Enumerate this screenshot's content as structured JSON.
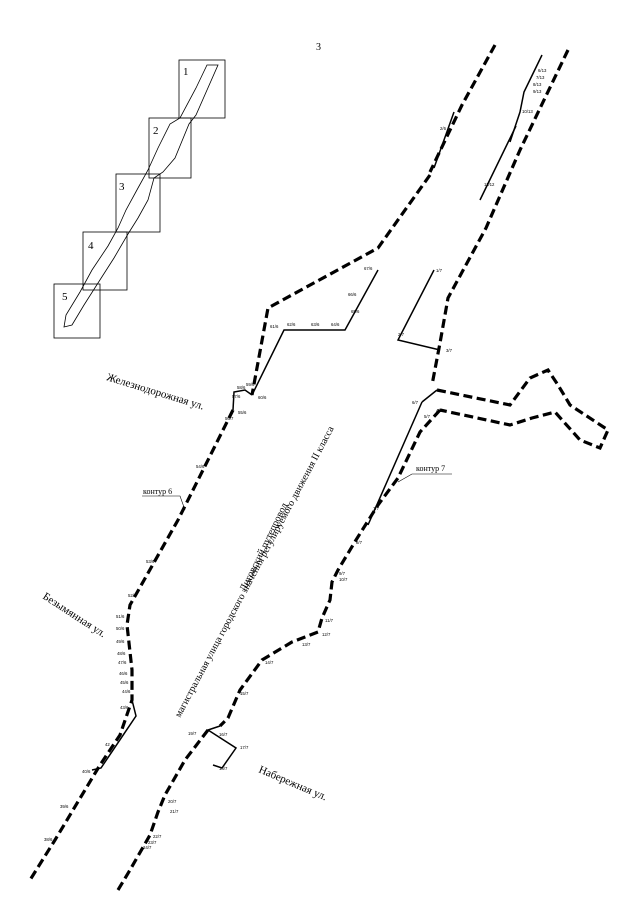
{
  "page_number": "3",
  "streets": {
    "zheleznodorozhnaya": "Железнодорожная ул.",
    "bezymyannaya": "Безымянная ул.",
    "naberezhnaya": "Набережная ул."
  },
  "road": {
    "overpass": "Лиговский путепровод",
    "description": "магистральная улица городского значения регулируемого движения II класса"
  },
  "contours": {
    "c6": "контур 6",
    "c7": "контур 7"
  },
  "index_map": {
    "sections": [
      "1",
      "2",
      "3",
      "4",
      "5"
    ]
  },
  "points": {
    "p58_6": "58/6",
    "p59_6": "59/6",
    "p60_6": "60/6",
    "p61_6": "61/6",
    "p62_6": "62/6",
    "p63_6": "63/6",
    "p64_6": "64/6",
    "p65_6": "65/6",
    "p66_6": "66/6",
    "p67_6": "67/6",
    "p57_6": "57/6",
    "p56_7": "56/7",
    "p55_6": "55/6",
    "p54_6": "54/6",
    "p53_6": "53/6",
    "p52_6": "52/6",
    "p51_6": "51/6",
    "p50_6": "50/6",
    "p49_6": "49/6",
    "p48_6": "48/6",
    "p47_6": "47/6",
    "p46_6": "46/6",
    "p45_6": "45/6",
    "p44_6": "44/6",
    "p43_6": "43/6",
    "p42": "42",
    "p40_6": "40/6",
    "p39_6": "39/6",
    "p38_6": "38/6",
    "p1_7": "1/7",
    "p2_7": "2/7",
    "p3_7": "3/7",
    "p4_7": "4/7",
    "p5_7": "5/7",
    "p6_7": "6/7",
    "p7_7": "7/7",
    "p8_7": "8/7",
    "p9_7": "9/7",
    "p10_7": "10/7",
    "p11_7": "11/7",
    "p12_7": "12/7",
    "p13_7": "13/7",
    "p14_7": "14/7",
    "p15_7": "15/7",
    "p16_7": "16/7",
    "p17_7": "17/7",
    "p18_7": "18/7",
    "p19_7": "19/7",
    "p20_7": "20/7",
    "p21_7": "21/7",
    "p22_7": "22/7",
    "p23_7": "23/7",
    "p24_7": "24/7",
    "p2_6": "2/6",
    "p6_13": "6/13",
    "p7_13": "7/13",
    "p8_13": "8/13",
    "p9_13": "9/13",
    "p10_13": "10/13",
    "p11_12": "11/12"
  }
}
